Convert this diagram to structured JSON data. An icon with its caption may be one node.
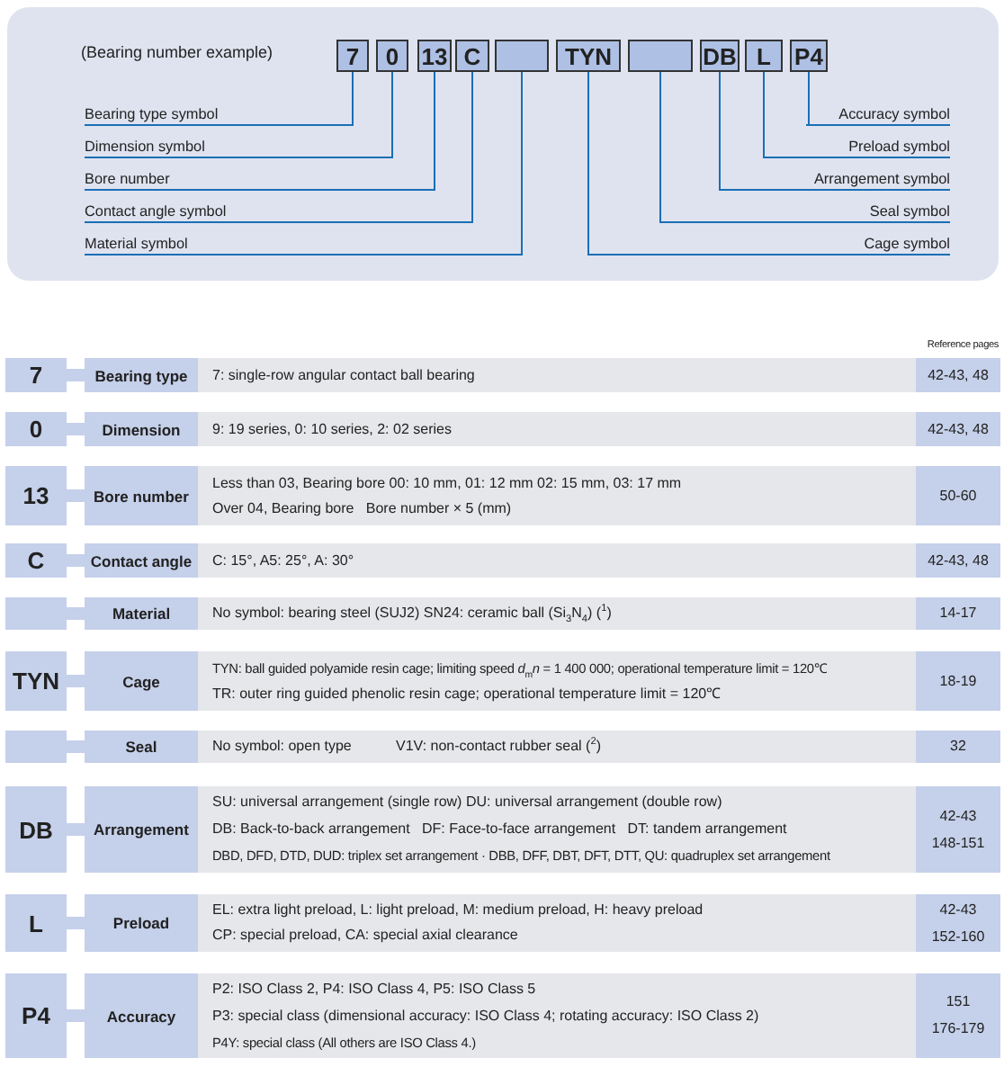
{
  "diagram": {
    "nodes": [
      {
        "text": [
          "7"
        ]
      },
      {
        "text": [
          "0"
        ]
      },
      {
        "text": [
          "13"
        ]
      },
      {
        "text": [
          "C"
        ]
      },
      {
        "text": [],
        "shape": "box"
      },
      {
        "text": [
          "TYN"
        ]
      },
      {
        "text": [],
        "shape": "box"
      },
      {
        "text": [
          "DB"
        ]
      },
      {
        "text": [
          "L"
        ]
      },
      {
        "text": [
          "P4"
        ]
      },
      {
        "text": [
          "Bearing type symbol"
        ]
      },
      {
        "text": [
          "Dimension symbol"
        ]
      },
      {
        "text": [
          "Bore number"
        ]
      },
      {
        "text": [
          "Contact angle symbol"
        ]
      },
      {
        "text": [
          "Material symbol"
        ]
      },
      {
        "text": [
          "Accuracy symbol"
        ]
      },
      {
        "text": [
          "Preload symbol"
        ]
      },
      {
        "text": [
          "Arrangement symbol"
        ]
      },
      {
        "text": [
          "Seal symbol"
        ]
      },
      {
        "text": [
          "Cage symbol"
        ]
      },
      {
        "text": [
          "7"
        ]
      },
      {
        "text": [
          "Bearing type"
        ]
      },
      {
        "text": [
          "0"
        ]
      },
      {
        "text": [
          "Dimension"
        ]
      },
      {
        "text": [
          "13"
        ]
      },
      {
        "text": [
          "Bore number"
        ]
      },
      {
        "text": [
          "C"
        ]
      },
      {
        "text": [
          "Contact angle"
        ]
      },
      {
        "text": [],
        "shape": "box"
      },
      {
        "text": [
          "Material"
        ]
      },
      {
        "text": [
          "TYN"
        ]
      },
      {
        "text": [
          "Cage"
        ]
      },
      {
        "text": [],
        "shape": "box"
      },
      {
        "text": [
          "Seal"
        ]
      },
      {
        "text": [
          "DB"
        ]
      },
      {
        "text": [
          "Arrangement"
        ]
      },
      {
        "text": [
          "L"
        ]
      },
      {
        "text": [
          "Preload"
        ]
      },
      {
        "text": [
          "P4"
        ]
      },
      {
        "text": [
          "Accuracy"
        ]
      }
    ],
    "edges": [
      {
        "from": 10,
        "to": 0,
        "arrow": "none"
      },
      {
        "from": 11,
        "to": 1,
        "arrow": "none"
      },
      {
        "from": 12,
        "to": 2,
        "arrow": "none"
      },
      {
        "from": 13,
        "to": 3,
        "arrow": "none"
      },
      {
        "from": 14,
        "to": 4,
        "arrow": "none"
      },
      {
        "from": 15,
        "to": 9,
        "arrow": "none"
      },
      {
        "from": 16,
        "to": 8,
        "arrow": "none"
      },
      {
        "from": 17,
        "to": 7,
        "arrow": "none"
      },
      {
        "from": 18,
        "to": 6,
        "arrow": "none"
      },
      {
        "from": 19,
        "to": 5,
        "arrow": "none"
      },
      {
        "from": 20,
        "to": 21,
        "arrow": "none",
        "style": "thick",
        "color": "#c5d0ea"
      },
      {
        "from": 22,
        "to": 23,
        "arrow": "none",
        "style": "thick",
        "color": "#c5d0ea"
      },
      {
        "from": 24,
        "to": 25,
        "arrow": "none",
        "style": "thick",
        "color": "#c5d0ea"
      },
      {
        "from": 26,
        "to": 27,
        "arrow": "none",
        "style": "thick",
        "color": "#c5d0ea"
      },
      {
        "from": 28,
        "to": 29,
        "arrow": "none",
        "style": "thick",
        "color": "#c5d0ea"
      },
      {
        "from": 30,
        "to": 31,
        "arrow": "none",
        "style": "thick",
        "color": "#c5d0ea"
      },
      {
        "from": 32,
        "to": 33,
        "arrow": "none",
        "style": "thick",
        "color": "#c5d0ea"
      },
      {
        "from": 34,
        "to": 35,
        "arrow": "none",
        "style": "thick",
        "color": "#c5d0ea"
      },
      {
        "from": 36,
        "to": 37,
        "arrow": "none",
        "style": "thick",
        "color": "#c5d0ea"
      },
      {
        "from": 38,
        "to": 39,
        "arrow": "none",
        "style": "thick",
        "color": "#c5d0ea"
      }
    ],
    "labels": [
      "(Bearing number example)",
      "Reference pages",
      "7: single-row angular contact ball bearing",
      "42-43, 48",
      "9: 19 series, 0: 10 series, 2: 02 series",
      "42-43, 48",
      "Less than 03, Bearing bore 00: 10 mm, 01: 12 mm 02: 15 mm, 03: 17 mm",
      "Over 04, Bearing bore   Bore number × 5 (mm)",
      "50-60",
      "C: 15°, A5: 25°, A: 30°",
      "42-43, 48",
      "No symbol: bearing steel (SUJ2) SN24: ceramic ball (Si$_{3}$N$_{4}$) ($^{1}$)",
      "14-17",
      "TYN: ball guided polyamide resin cage; limiting speed *d*$_{m}$*n* = 1 400 000; operational temperature limit = 120℃",
      "TR: outer ring guided phenolic resin cage; operational temperature limit = 120℃",
      "18-19",
      "No symbol: open type",
      "V1V: non-contact rubber seal ($^{2}$)",
      "32",
      "SU: universal arrangement (single row) DU: universal arrangement (double row)",
      "DB: Back-to-back arrangement   DF: Face-to-face arrangement   DT: tandem arrangement",
      "DBD, DFD, DTD, DUD: triplex set arrangement · DBB, DFF, DBT, DFT, DTT, QU: quadruplex set arrangement",
      "42-43",
      "148-151",
      "EL: extra light preload, L: light preload, M: medium preload, H: heavy preload",
      "CP: special preload, CA: special axial clearance",
      "42-43",
      "152-160",
      "P2: ISO Class 2, P4: ISO Class 4, P5: ISO Class 5",
      "P3: special class (dimensional accuracy: ISO Class 4; rotating accuracy: ISO Class 2)",
      "P4Y: special class (All others are ISO Class 4.)",
      "151",
      "176-179"
    ]
  }
}
